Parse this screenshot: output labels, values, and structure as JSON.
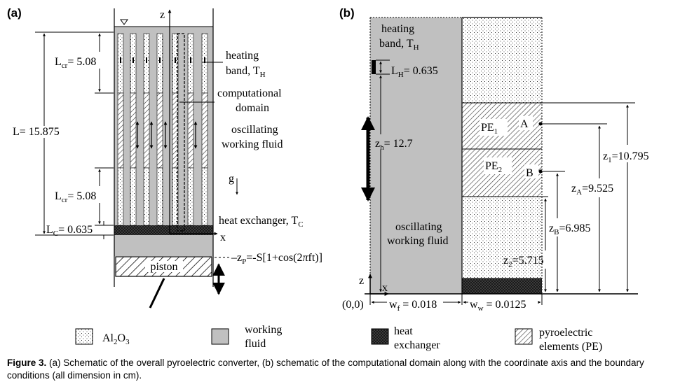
{
  "panel_a": {
    "label": "(a)",
    "axis_z": "z",
    "axis_x": "x",
    "lcr_top": {
      "main": "L",
      "sub": "cr",
      "rest": "= 5.08"
    },
    "L_total": "L= 15.875",
    "lcr_bottom": {
      "main": "L",
      "sub": "cr",
      "rest": "= 5.08"
    },
    "lc": {
      "main": "L",
      "sub": "C",
      "rest": "= 0.635"
    },
    "heating_band": {
      "line1": "heating",
      "line2": "band, T",
      "sub": "H"
    },
    "computational_domain": {
      "line1": "computational",
      "line2": "domain"
    },
    "oscillating_fluid": {
      "line1": "oscillating",
      "line2": "working fluid"
    },
    "gravity": "g",
    "heat_exchanger": {
      "text": "heat exchanger, T",
      "sub": "C"
    },
    "piston": "piston",
    "piston_motion": {
      "a": "z",
      "a_sub": "P",
      "b": "=-S[1+cos(2",
      "pi": "π",
      "c": "ft)]"
    }
  },
  "panel_b": {
    "label": "(b)",
    "heating_band": {
      "line1": "heating",
      "line2": "band, T",
      "sub": "H"
    },
    "LH": {
      "main": "L",
      "sub": "H",
      "rest": "= 0.635"
    },
    "zh": {
      "main": "z",
      "sub": "h",
      "rest": "= 12.7"
    },
    "oscillating_fluid": {
      "line1": "oscillating",
      "line2": "working fluid"
    },
    "PE1": {
      "main": "PE",
      "sub": "1"
    },
    "PE2": {
      "main": "PE",
      "sub": "2"
    },
    "point_A": "A",
    "point_B": "B",
    "z1": {
      "main": "z",
      "sub": "1",
      "rest": "=10.795"
    },
    "zA": {
      "main": "z",
      "sub": "A",
      "rest": "=9.525"
    },
    "zB": {
      "main": "z",
      "sub": "B",
      "rest": "=6.985"
    },
    "z2": {
      "main": "z",
      "sub": "2",
      "rest": "=5.715"
    },
    "origin": "(0,0)",
    "axis_z": "z",
    "axis_x": "x",
    "wf": {
      "main": "w",
      "sub": "f",
      "rest": " = 0.018"
    },
    "ww": {
      "main": "w",
      "sub": "w",
      "rest": " = 0.0125"
    }
  },
  "legend": [
    {
      "l1": "Al",
      "sub": "2",
      "l2": "O",
      "sub2": "3",
      "line2": ""
    },
    {
      "l1": "working",
      "line2": "fluid"
    },
    {
      "l1": "heat",
      "line2": "exchanger"
    },
    {
      "l1": "pyroelectric",
      "line2": "elements (PE)"
    }
  ],
  "caption": {
    "bold": "Figure 3.",
    "text": " (a) Schematic of the overall pyroelectric converter, (b) schematic of the computational domain along with the coordinate axis and the boundary conditions (all dimension in cm)."
  },
  "colors": {
    "fluid": "#c0c0c0",
    "exchanger": "#303030",
    "frame": "#000000"
  }
}
